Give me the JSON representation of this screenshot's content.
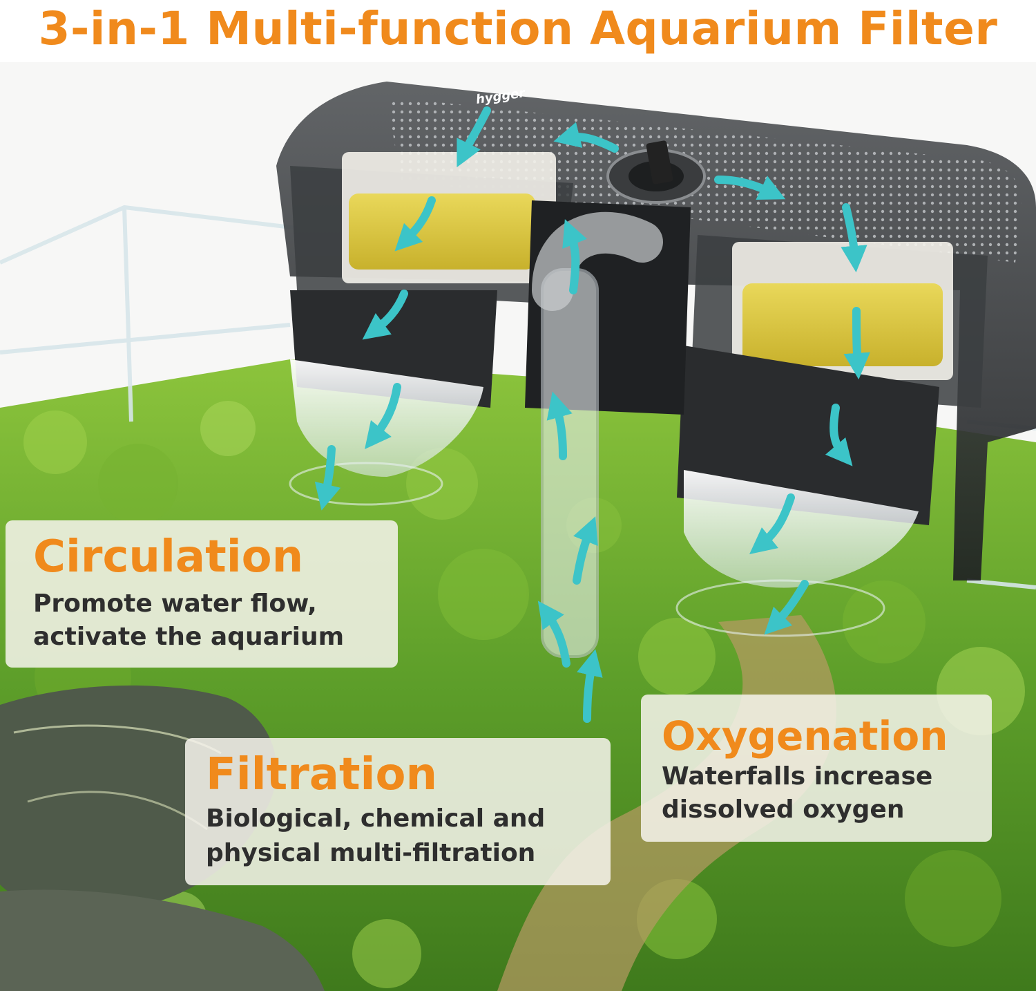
{
  "headline": "3-in-1 Multi-function Aquarium Filter",
  "brand_mark": "hygger",
  "features": [
    {
      "title": "Circulation",
      "line1": "Promote water flow,",
      "line2": "activate the aquarium"
    },
    {
      "title": "Filtration",
      "line1": "Biological, chemical and",
      "line2": "physical multi-filtration"
    },
    {
      "title": "Oxygenation",
      "line1": "Waterfalls increase",
      "line2": "dissolved oxygen"
    }
  ],
  "colors": {
    "accent": "#f08a1c",
    "flow_arrow": "#3cc4c8",
    "body_text": "#2e2e2e",
    "filter_housing": "#2b2d2f",
    "sponge": "#d8c43a",
    "plants": "#5f9e2b"
  }
}
